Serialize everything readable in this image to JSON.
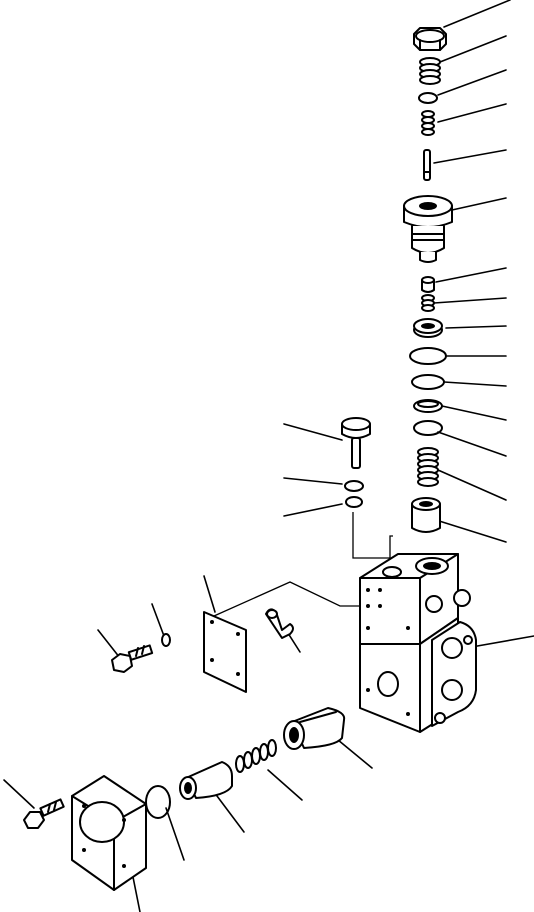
{
  "figure": {
    "title": "",
    "style": "exploded-view line drawing",
    "colors": {
      "line": "#000000",
      "background": "#ffffff"
    }
  },
  "parts": [
    {
      "id": "nut"
    },
    {
      "id": "spring-small-top"
    },
    {
      "id": "washer-top"
    },
    {
      "id": "spring-small-2"
    },
    {
      "id": "pin"
    },
    {
      "id": "relief-valve-body"
    },
    {
      "id": "poppet-small"
    },
    {
      "id": "spring-small-3"
    },
    {
      "id": "seat-washer"
    },
    {
      "id": "o-ring-large-1"
    },
    {
      "id": "o-ring-large-2"
    },
    {
      "id": "backup-ring"
    },
    {
      "id": "o-ring-3"
    },
    {
      "id": "spring-long"
    },
    {
      "id": "sleeve"
    },
    {
      "id": "check-plug"
    },
    {
      "id": "o-ring-plug-1"
    },
    {
      "id": "o-ring-plug-2"
    },
    {
      "id": "valve-housing"
    },
    {
      "id": "cover-plate-small"
    },
    {
      "id": "bolt-small"
    },
    {
      "id": "washer-small"
    },
    {
      "id": "clip"
    },
    {
      "id": "spool-sleeve"
    },
    {
      "id": "spring-spool"
    },
    {
      "id": "spool"
    },
    {
      "id": "o-ring-cover"
    },
    {
      "id": "end-cover"
    },
    {
      "id": "bolt-cover"
    }
  ]
}
